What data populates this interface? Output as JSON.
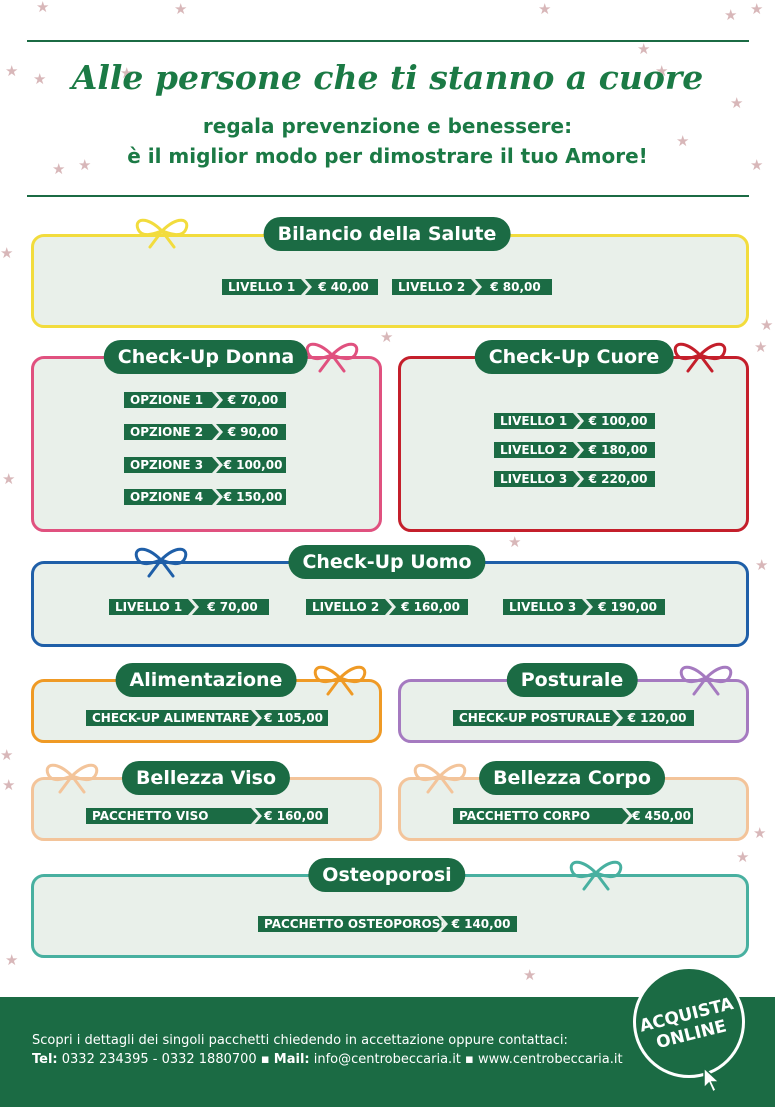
{
  "header": {
    "headline": "Alle persone che ti stanno a cuore",
    "sub1": "regala prevenzione e benessere:",
    "sub2": "è il miglior modo per dimostrare il tuo Amore!"
  },
  "colors": {
    "brand_green": "#1b6b44",
    "card_bg": "#e9f0ea",
    "yellow": "#f2dc3d",
    "pink": "#e0517f",
    "red": "#c41f2b",
    "blue": "#1f5fa8",
    "orange": "#ef9a25",
    "purple": "#a57ac0",
    "peach": "#f3c49a",
    "teal": "#48b0a0"
  },
  "packages": {
    "bilancio": {
      "title": "Bilancio della Salute",
      "rows": [
        {
          "label": "LIVELLO 1",
          "price": "€ 40,00"
        },
        {
          "label": "LIVELLO 2",
          "price": "€ 80,00"
        }
      ]
    },
    "donna": {
      "title": "Check-Up Donna",
      "rows": [
        {
          "label": "OPZIONE 1",
          "price": "€ 70,00"
        },
        {
          "label": "OPZIONE 2",
          "price": "€ 90,00"
        },
        {
          "label": "OPZIONE 3",
          "price": "€ 100,00"
        },
        {
          "label": "OPZIONE 4",
          "price": "€ 150,00"
        }
      ]
    },
    "cuore": {
      "title": "Check-Up Cuore",
      "rows": [
        {
          "label": "LIVELLO 1",
          "price": "€ 100,00"
        },
        {
          "label": "LIVELLO 2",
          "price": "€ 180,00"
        },
        {
          "label": "LIVELLO 3",
          "price": "€ 220,00"
        }
      ]
    },
    "uomo": {
      "title": "Check-Up Uomo",
      "rows": [
        {
          "label": "LIVELLO 1",
          "price": "€ 70,00"
        },
        {
          "label": "LIVELLO 2",
          "price": "€ 160,00"
        },
        {
          "label": "LIVELLO 3",
          "price": "€ 190,00"
        }
      ]
    },
    "alimentazione": {
      "title": "Alimentazione",
      "rows": [
        {
          "label": "CHECK-UP ALIMENTARE",
          "price": "€ 105,00"
        }
      ]
    },
    "posturale": {
      "title": "Posturale",
      "rows": [
        {
          "label": "CHECK-UP POSTURALE",
          "price": "€ 120,00"
        }
      ]
    },
    "viso": {
      "title": "Bellezza Viso",
      "rows": [
        {
          "label": "PACCHETTO VISO",
          "price": "€ 160,00"
        }
      ]
    },
    "corpo": {
      "title": "Bellezza Corpo",
      "rows": [
        {
          "label": "PACCHETTO CORPO",
          "price": "€ 450,00"
        }
      ]
    },
    "osteoporosi": {
      "title": "Osteoporosi",
      "rows": [
        {
          "label": "PACCHETTO OSTEOPOROSI",
          "price": "€ 140,00"
        }
      ]
    }
  },
  "footer": {
    "line1": "Scopri i dettagli dei singoli pacchetti chiedendo in accettazione oppure contattaci:",
    "tel_label": "Tel:",
    "tel_value": "0332 234395 - 0332 1880700",
    "sep": "▪",
    "mail_label": "Mail:",
    "mail_value": "info@centrobeccaria.it",
    "web": "www.centrobeccaria.it"
  },
  "badge": {
    "line1": "ACQUISTA",
    "line2": "ONLINE"
  }
}
